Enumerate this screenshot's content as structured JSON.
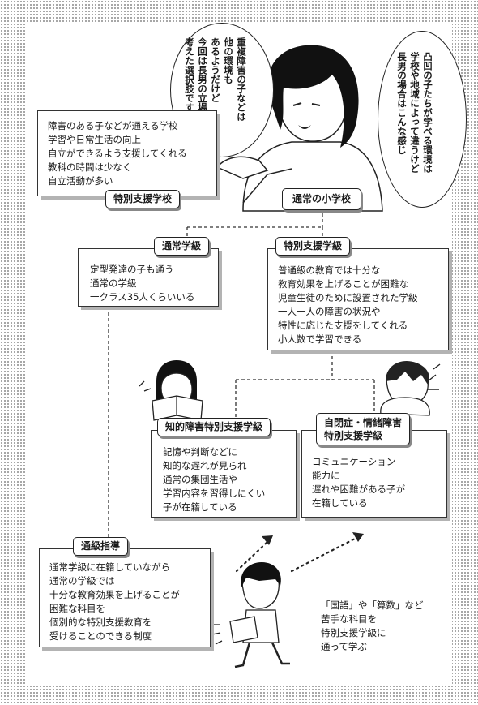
{
  "speech_right": [
    "凸凹の子たちが学べる環境は",
    "学校や地域によって違うけど",
    "長男の場合はこんな感じ"
  ],
  "speech_left": [
    "重複障害の子などは",
    "他の環境も",
    "あるようだけど",
    "今回は長男の立場から",
    "考えた選択肢です"
  ],
  "special_school": {
    "label": "特別支援学校",
    "lines": [
      "障害のある子などが通える学校",
      "学習や日常生活の向上",
      "自立ができるよう支援してくれる",
      "教科の時間は少なく",
      "自立活動が多い"
    ]
  },
  "elementary": {
    "label": "通常の小学校"
  },
  "regular_class": {
    "label": "通常学級",
    "lines": [
      "定型発達の子も通う",
      "通常の学級",
      "一クラス35人くらいいる"
    ]
  },
  "special_class": {
    "label": "特別支援学級",
    "lines": [
      "普通級の教育では十分な",
      "教育効果を上げることが困難な",
      "児童生徒のために設置された学級",
      "一人一人の障害の状況や",
      "特性に応じた支援をしてくれる",
      "小人数で学習できる"
    ]
  },
  "intellectual": {
    "label": "知的障害特別支援学級",
    "lines": [
      "記憶や判断などに",
      "知的な遅れが見られ",
      "通常の集団生活や",
      "学習内容を習得しにくい",
      "子が在籍している"
    ]
  },
  "autism": {
    "label_line1": "自閉症・情緒障害",
    "label_line2": "特別支援学級",
    "lines": [
      "コミュニケーション",
      "能力に",
      "遅れや困難がある子が",
      "在籍している"
    ]
  },
  "resource_room": {
    "label": "通級指導",
    "lines": [
      "通常学級に在籍していながら",
      "通常の学級では",
      "十分な教育効果を上げることが",
      "困難な科目を",
      "個別的な特別支援教育を",
      "受けることのできる制度"
    ]
  },
  "kokugo_note": [
    "「国語」や「算数」など",
    "苦手な科目を",
    "特別支援学級に",
    "通って学ぶ"
  ]
}
